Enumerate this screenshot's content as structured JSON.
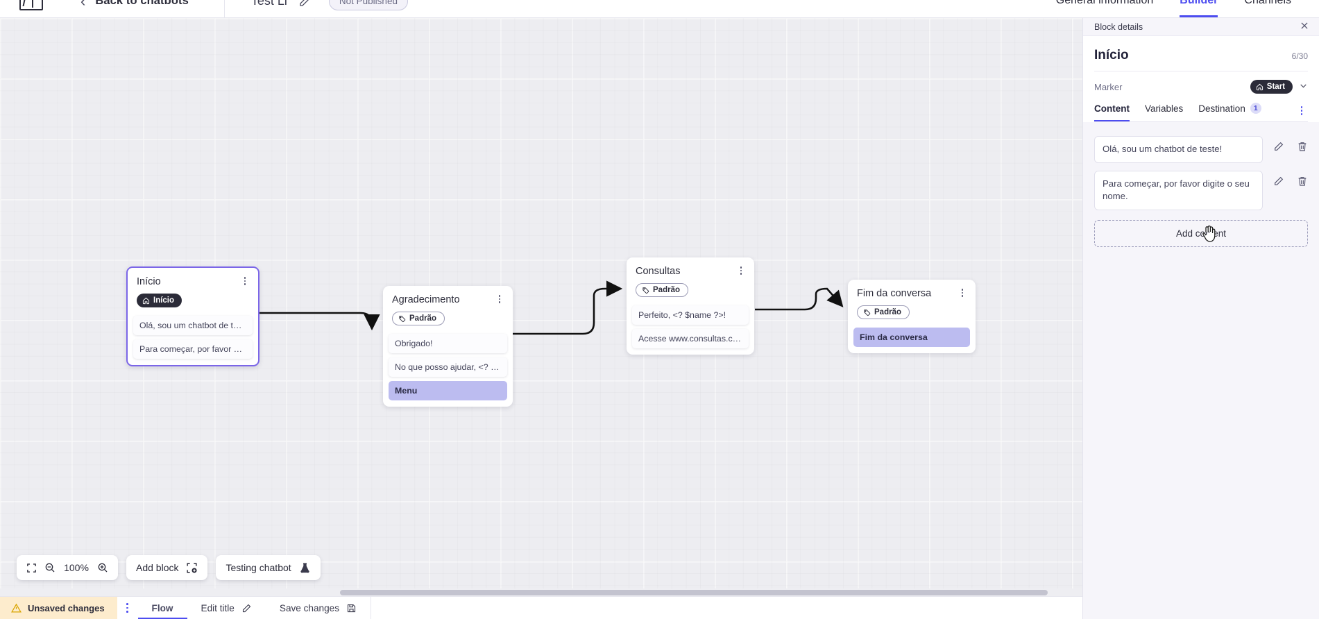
{
  "header": {
    "logo_icon": "app-logo-icon",
    "back_chevron_icon": "chevron-left-icon",
    "back_label": "Back to chatbots",
    "bot_title": "Test Li",
    "edit_title_icon": "pencil-icon",
    "publish_status": "Not Published",
    "tabs": [
      {
        "label": "General information",
        "active": false
      },
      {
        "label": "Builder",
        "active": true
      },
      {
        "label": "Channels",
        "active": false
      }
    ]
  },
  "canvas": {
    "blocks": [
      {
        "title": "Início",
        "tag": "Início",
        "tag_type": "start",
        "tag_icon": "home-icon",
        "selected": true,
        "messages": [
          {
            "text": "Olá, sou um chatbot de teste!",
            "highlight": false
          },
          {
            "text": "Para começar, por favor digite o ...",
            "highlight": false
          }
        ]
      },
      {
        "title": "Agradecimento",
        "tag": "Padrão",
        "tag_type": "default",
        "tag_icon": "tag-icon",
        "selected": false,
        "messages": [
          {
            "text": "Obrigado!",
            "highlight": false
          },
          {
            "text": "No que posso ajudar, <? $name ...",
            "highlight": false
          },
          {
            "text": "Menu",
            "highlight": true
          }
        ]
      },
      {
        "title": "Consultas",
        "tag": "Padrão",
        "tag_type": "default",
        "tag_icon": "tag-icon",
        "selected": false,
        "messages": [
          {
            "text": "Perfeito, <? $name ?>!",
            "highlight": false
          },
          {
            "text": "Acesse www.consultas.com par...",
            "highlight": false
          }
        ]
      },
      {
        "title": "Fim da conversa",
        "tag": "Padrão",
        "tag_type": "default",
        "tag_icon": "tag-icon",
        "selected": false,
        "messages": [
          {
            "text": "Fim da conversa",
            "highlight": true
          }
        ]
      }
    ],
    "toolbar": {
      "fit_icon": "fit-screen-icon",
      "zoom_out_icon": "zoom-out-icon",
      "zoom_level": "100%",
      "zoom_in_icon": "zoom-in-icon",
      "add_block_label": "Add block",
      "add_block_icon": "add-block-icon",
      "testing_label": "Testing chatbot",
      "testing_icon": "flask-icon"
    }
  },
  "panel": {
    "bar_title": "Block details",
    "close_icon": "close-icon",
    "title": "Início",
    "count": "6/30",
    "marker_label": "Marker",
    "marker_value": "Start",
    "marker_icon": "home-icon",
    "marker_chevron_icon": "chevron-down-icon",
    "tabs": [
      {
        "label": "Content",
        "active": true,
        "badge": null
      },
      {
        "label": "Variables",
        "active": false,
        "badge": null
      },
      {
        "label": "Destination",
        "active": false,
        "badge": "1"
      }
    ],
    "overflow_icon": "kebab-menu-icon",
    "contents": [
      {
        "text": "Olá, sou um chatbot de teste!",
        "edit_icon": "pencil-icon",
        "delete_icon": "trash-icon"
      },
      {
        "text": "Para começar, por favor digite o seu nome.",
        "edit_icon": "pencil-icon",
        "delete_icon": "trash-icon"
      }
    ],
    "add_content_label": "Add content"
  },
  "bottom_bar": {
    "warning_icon": "warning-triangle-icon",
    "unsaved_label": "Unsaved changes",
    "kebab_icon": "kebab-menu-icon",
    "flow_label": "Flow",
    "edit_title_label": "Edit title",
    "edit_title_icon": "pencil-icon",
    "save_label": "Save changes",
    "save_icon": "save-disk-icon"
  }
}
